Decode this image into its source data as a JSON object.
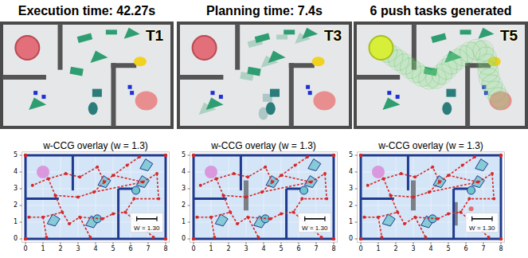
{
  "diagram": {
    "labels": [
      "Execution time: 42.27s",
      "Planning time: 7.4s",
      "6 push tasks generated",
      "T1",
      "T3",
      "T5",
      "w-CCG overlay (w = 1.3)",
      "W = 1.30",
      "0",
      "1",
      "2",
      "3",
      "4",
      "5",
      "6",
      "7",
      "8",
      "0",
      "1",
      "2",
      "3",
      "4",
      "5",
      "w-CCG overlay (w = 1.3)",
      "W = 1.30",
      "0",
      "1",
      "2",
      "3",
      "4",
      "5",
      "6",
      "7",
      "8",
      "0",
      "1",
      "2",
      "3",
      "4",
      "5",
      "w-CCG overlay (w = 1.3)",
      "W = 1.30",
      "0",
      "1",
      "2",
      "3",
      "4",
      "5",
      "6",
      "7",
      "8",
      "0",
      "1",
      "2",
      "3",
      "4",
      "5"
    ]
  }
}
